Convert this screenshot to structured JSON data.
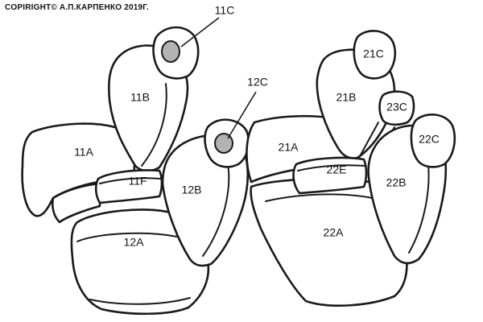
{
  "copyright": "COPIRIGHT© А.П.КАРПЕНКО 2019Г.",
  "labels": {
    "11C": "11C",
    "11B": "11B",
    "11A": "11A",
    "11F": "11F",
    "12C": "12C",
    "12B": "12B",
    "12A": "12A",
    "21C": "21C",
    "21B": "21B",
    "21A": "21A",
    "23C": "23C",
    "22C": "22C",
    "22E": "22E",
    "22B": "22B",
    "22A": "22A"
  },
  "colors": {
    "line": "#1a1a1a",
    "headrest_pad": "#b3b3b3"
  }
}
